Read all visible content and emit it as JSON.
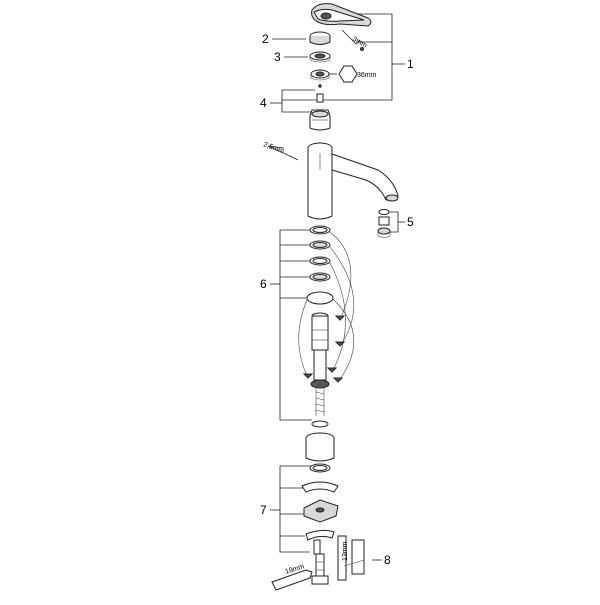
{
  "diagram": {
    "callouts": [
      {
        "id": "c1",
        "label": "1"
      },
      {
        "id": "c2",
        "label": "2"
      },
      {
        "id": "c3",
        "label": "3"
      },
      {
        "id": "c4",
        "label": "4"
      },
      {
        "id": "c5",
        "label": "5"
      },
      {
        "id": "c6",
        "label": "6"
      },
      {
        "id": "c7",
        "label": "7"
      },
      {
        "id": "c8",
        "label": "8"
      }
    ],
    "dimensions": {
      "allen_key_top": "3mm",
      "hex_nut": "36mm",
      "allen_key_spout": "2,5mm",
      "wrench_bottom": "19mm",
      "key_bottom": "13mm"
    }
  }
}
